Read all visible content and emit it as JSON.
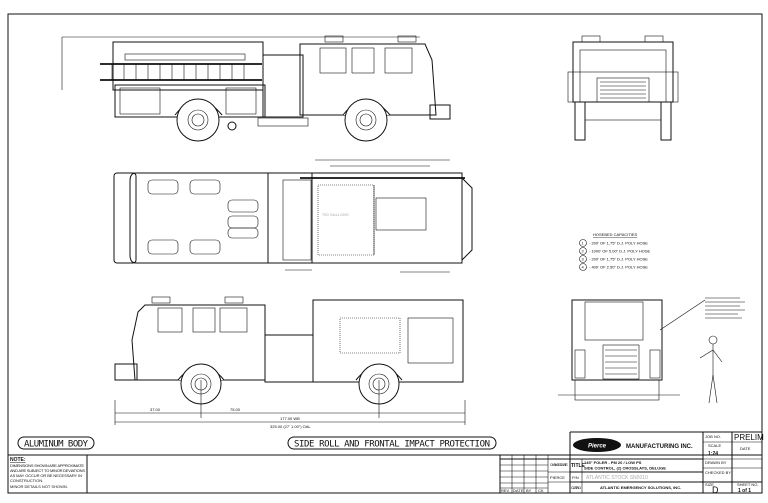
{
  "labels": {
    "body_material": "ALUMINUM BODY",
    "protection": "SIDE ROLL AND FRONTAL IMPACT PROTECTION",
    "tank": "750 GALLONS"
  },
  "hosebed": {
    "title": "HOSEBED CAPACITIES",
    "items": [
      {
        "num": "1",
        "text": "- 200' OF 1.75\" D.J. POLY HOSE"
      },
      {
        "num": "2",
        "text": "- 1000' OF 5.00\" D.J. POLY HOSE"
      },
      {
        "num": "3",
        "text": "- 200' OF 1.75\" D.J. POLY HOSE"
      },
      {
        "num": "4",
        "text": "- 400' OF 2.50\" D.J. POLY HOSE"
      }
    ]
  },
  "notes": {
    "heading": "NOTE:",
    "lines": [
      "DIMENSIONS SHOWN ARE APPROXIMATE",
      "AND ARE SUBJECT TO MINOR DEVIATIONS",
      "AS MAY OCCUR OR BE NECESSARY IN",
      "CONSTRUCTION.",
      "MINOR DETAILS NOT SHOWN."
    ]
  },
  "dimensions": {
    "front_overhang": "37.00",
    "cab_dim": "75.00",
    "wheelbase": "177.00 WB",
    "overall_length": "325.00 (27' 1.00\") OAL"
  },
  "title_block": {
    "logo": "Pierce",
    "company": "MANUFACTURING INC.",
    "job_no_label": "JOB NO.",
    "job_no": "PRELIM",
    "scale_label": "SCALE",
    "scale": "1:24",
    "date_label": "DATE",
    "drawn_by_label": "DRAWN BY",
    "checked_by_label": "CHECKED BY",
    "size_label": "SIZE",
    "size": "D",
    "sheet_label": "SHEET NO.",
    "sheet": "1 of 1",
    "title_label": "TITLE",
    "title_line1": "145\" FOLER - PM 20 / LOW PS",
    "title_line2": "SIDE CONTROL, (2) CROSSLAYS, DELUGE",
    "pn_label": "P/N",
    "pn": "ATLANTIC STOCK SN0010",
    "cust_label": "CUST NO.",
    "customer": "ATLANTIC EMERGENCY SOLUTIONS, INC.",
    "changed_date_label": "CHANGED DATE",
    "pierce_label": "PIERCE",
    "rev_headers": [
      "REV",
      "DATE",
      "BY",
      "CK"
    ]
  }
}
